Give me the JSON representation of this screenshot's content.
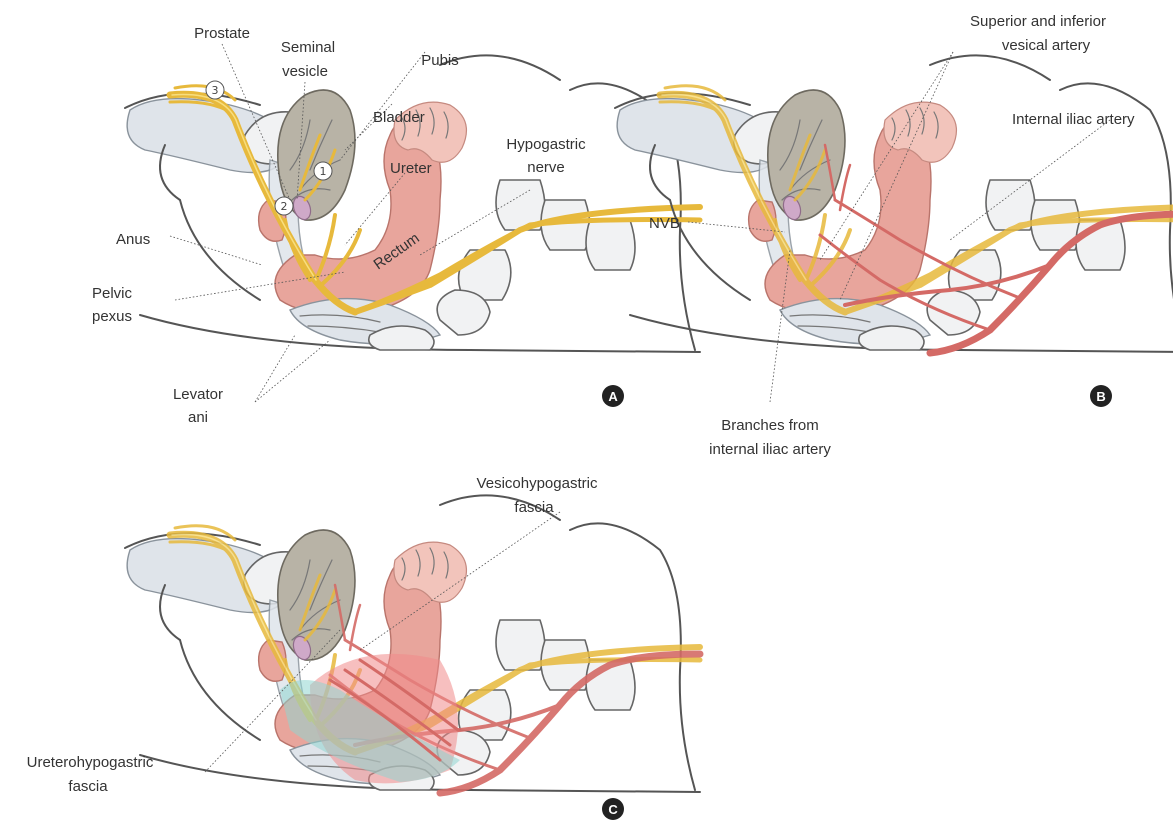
{
  "panels": {
    "a": {
      "badge": "A",
      "labels": {
        "prostate": "Prostate",
        "seminal_vesicle_line1": "Seminal",
        "seminal_vesicle_line2": "vesicle",
        "pubis": "Pubis",
        "bladder": "Bladder",
        "ureter": "Ureter",
        "hypogastric_nerve_line1": "Hypogastric",
        "hypogastric_nerve_line2": "nerve",
        "anus": "Anus",
        "pelvic_plexus_line1": "Pelvic",
        "pelvic_plexus_line2": "pexus",
        "levator_ani_line1": "Levator",
        "levator_ani_line2": "ani",
        "rectum": "Rectum",
        "marker_1": "1",
        "marker_2": "2",
        "marker_3": "3"
      }
    },
    "b": {
      "badge": "B",
      "labels": {
        "vesical_artery_line1": "Superior and inferior",
        "vesical_artery_line2": "vesical artery",
        "internal_iliac_artery": "Internal iliac artery",
        "nvb": "NVB",
        "branches_line1": "Branches from",
        "branches_line2": "internal iliac artery"
      }
    },
    "c": {
      "badge": "C",
      "labels": {
        "vesicohypogastric_line1": "Vesicohypogastric",
        "vesicohypogastric_line2": "fascia",
        "ureterohypogastric_line1": "Ureterohypogastric",
        "ureterohypogastric_line2": "fascia"
      }
    }
  },
  "colors": {
    "nerve": "#e7b93c",
    "artery": "#d46a66",
    "bladder": "#b8b3a6",
    "rectum": "#e8a59c",
    "fascia_pink": "#f08a8a",
    "fascia_cyan": "#8fd6cf",
    "badge": "#222222"
  }
}
